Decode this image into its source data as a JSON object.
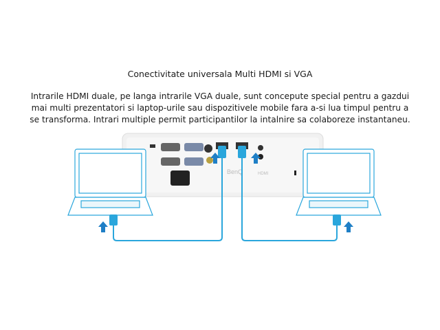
{
  "title": "Conectivitate universala Multi HDMI si VGA",
  "description_lines": [
    "Intrarile HDMI duale, pe langa intrarile VGA duale, sunt concepute special pentru a gazdui",
    "mai multi prezentatori si laptop-urile sau dispozitivele mobile fara a-si lua timpul pentru a",
    "se transforma. Intrari multiple permit participantilor la intalnire sa colaboreze instantaneu."
  ],
  "projector": {
    "brand_logo": "BenQ",
    "port_label": "HDMI"
  },
  "colors": {
    "cable": "#2aa6dc",
    "arrow": "#1f7fc6",
    "projector": "#f2f2f2"
  }
}
